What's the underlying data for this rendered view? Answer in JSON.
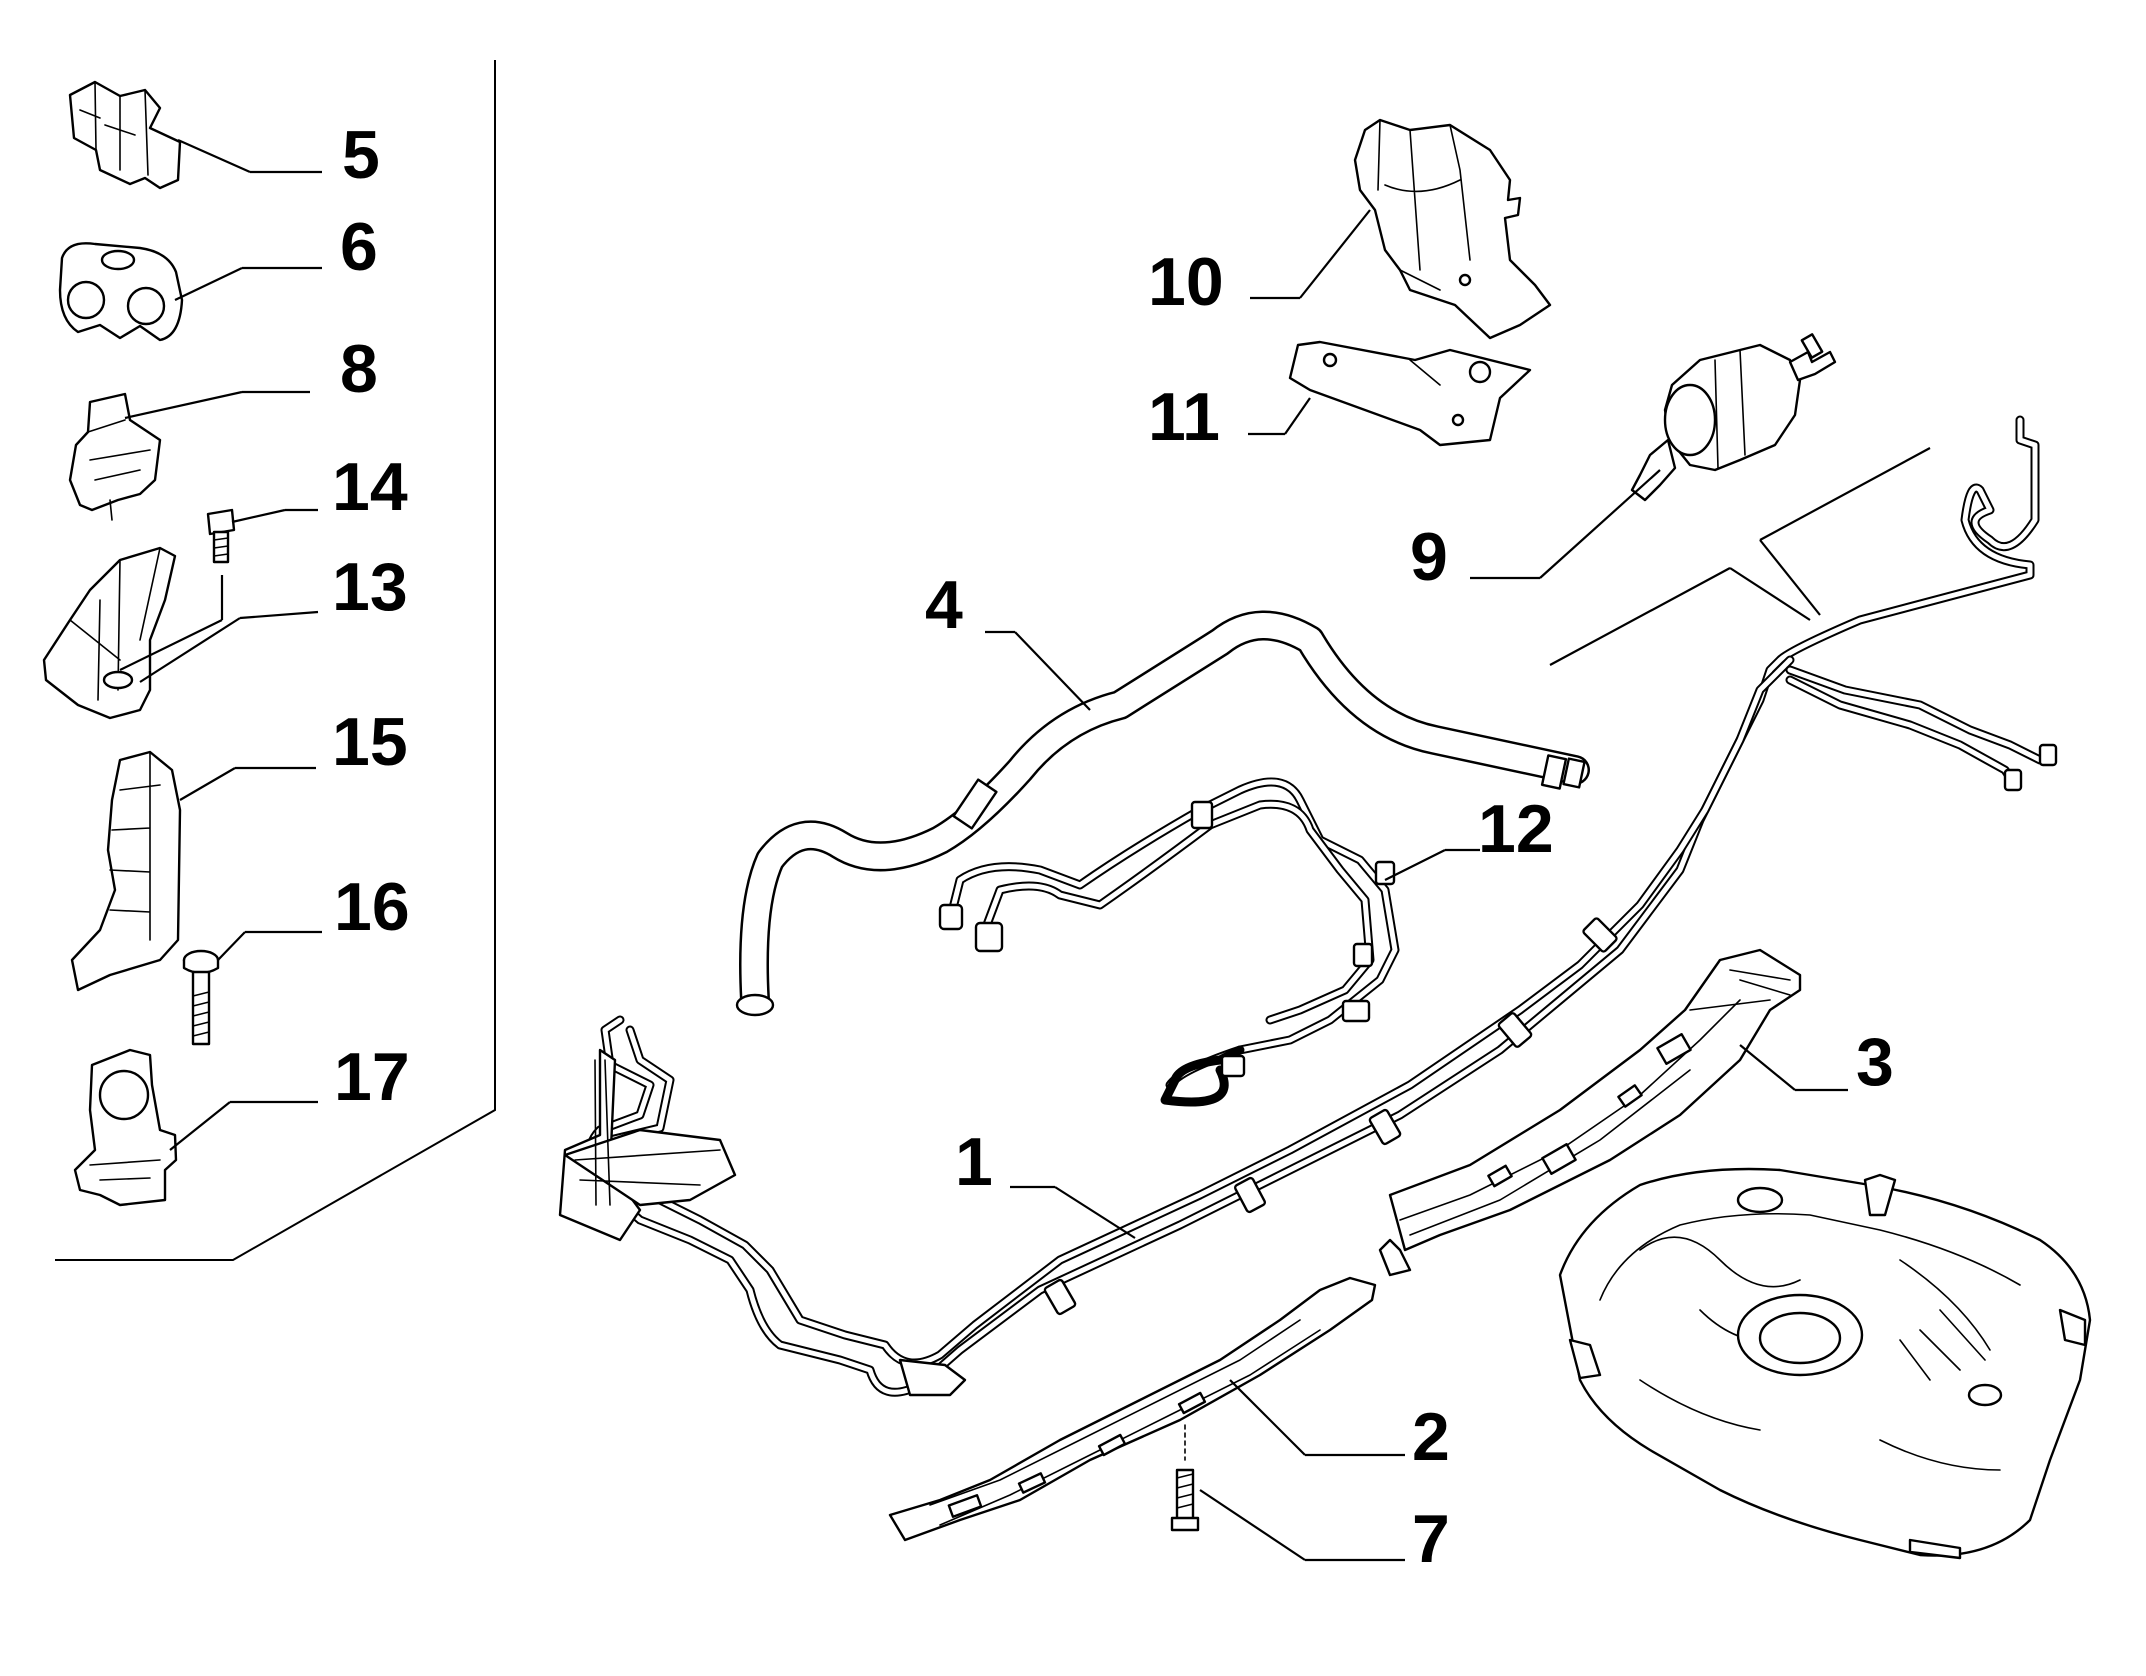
{
  "callouts": {
    "c1": "1",
    "c2": "2",
    "c3": "3",
    "c4": "4",
    "c5": "5",
    "c6": "6",
    "c7": "7",
    "c8": "8",
    "c9": "9",
    "c10": "10",
    "c11": "11",
    "c12": "12",
    "c13": "13",
    "c14": "14",
    "c15": "15",
    "c16": "16",
    "c17": "17"
  },
  "colors": {
    "line": "#000000",
    "background": "#ffffff"
  }
}
